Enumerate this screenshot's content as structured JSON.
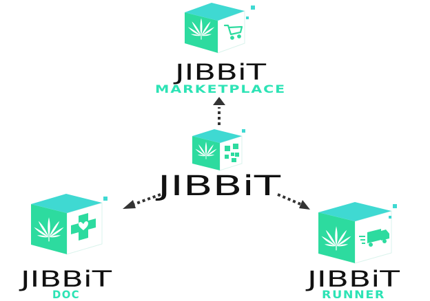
{
  "colors": {
    "cube_front": "#2ddb9f",
    "cube_top": "#3fd9d2",
    "cube_side": "#ffffff",
    "accent_text": "#2de3b5",
    "wordmark": "#111111",
    "arrow": "#333333"
  },
  "icons": {
    "leaf": "cannabis-leaf-icon",
    "marketplace": "shopping-cart-icon",
    "center": "qr-code-icon",
    "doc": "medical-cross-heart-icon",
    "runner": "delivery-truck-icon"
  },
  "nodes": {
    "center": {
      "brand": "JIBBiT",
      "sub": ""
    },
    "marketplace": {
      "brand": "JIBBiT",
      "sub": "MARKETPLACE"
    },
    "doc": {
      "brand": "JIBBiT",
      "sub": "DOC"
    },
    "runner": {
      "brand": "JIBBiT",
      "sub": "RUNNER"
    }
  }
}
